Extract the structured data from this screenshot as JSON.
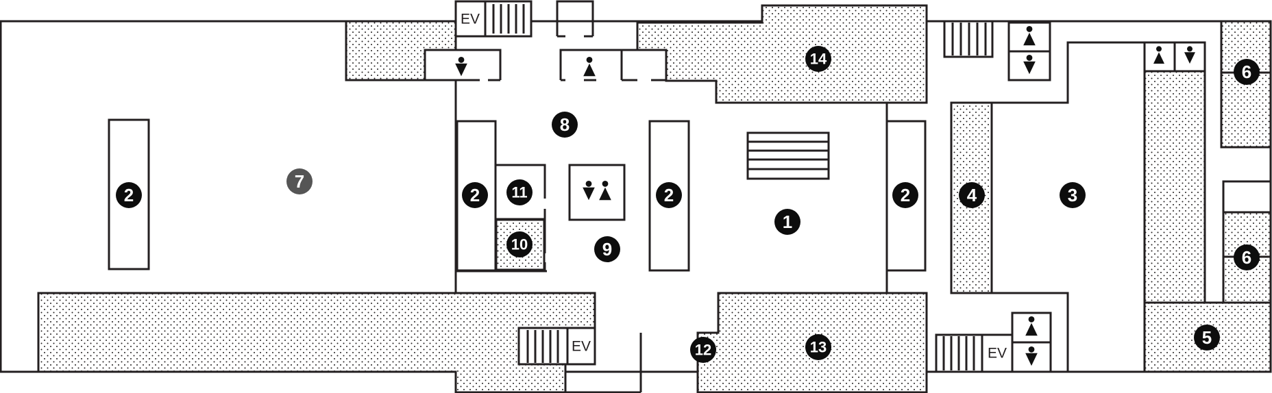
{
  "floor_map": {
    "colors": {
      "wall": "#231f20",
      "marker": "#0d0d0d",
      "marker_alt": "#555555",
      "background": "#ffffff"
    },
    "markers": [
      {
        "id": "m1",
        "label": "1"
      },
      {
        "id": "m2a",
        "label": "2"
      },
      {
        "id": "m2b",
        "label": "2"
      },
      {
        "id": "m2c",
        "label": "2"
      },
      {
        "id": "m2d",
        "label": "2"
      },
      {
        "id": "m3",
        "label": "3"
      },
      {
        "id": "m4",
        "label": "4"
      },
      {
        "id": "m5",
        "label": "5"
      },
      {
        "id": "m6a",
        "label": "6"
      },
      {
        "id": "m6b",
        "label": "6"
      },
      {
        "id": "m7",
        "label": "7"
      },
      {
        "id": "m8",
        "label": "8"
      },
      {
        "id": "m9",
        "label": "9"
      },
      {
        "id": "m10",
        "label": "10"
      },
      {
        "id": "m11",
        "label": "11"
      },
      {
        "id": "m12",
        "label": "12"
      },
      {
        "id": "m13",
        "label": "13"
      },
      {
        "id": "m14",
        "label": "14"
      }
    ],
    "elevator_labels": [
      "EV",
      "EV",
      "EV"
    ],
    "icons": [
      "restroom-icon",
      "male-icon",
      "female-icon",
      "stairs-icon",
      "escalator-icon"
    ]
  }
}
